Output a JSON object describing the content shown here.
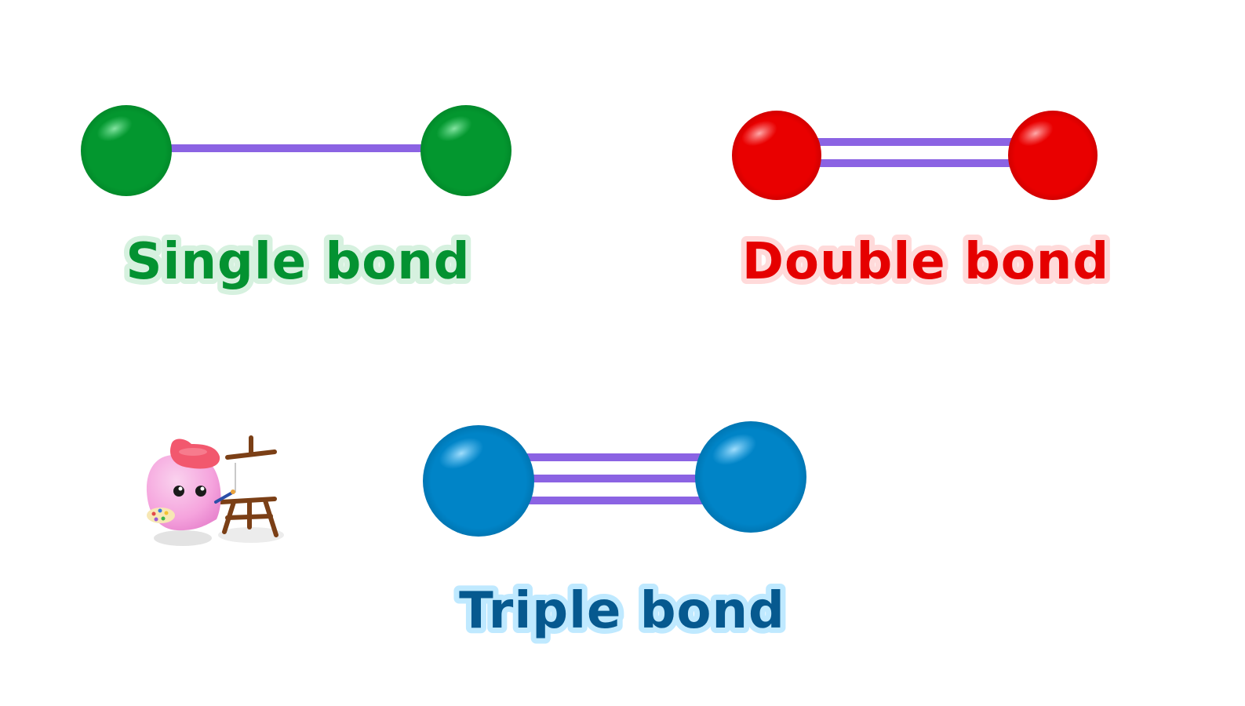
{
  "diagram": {
    "type": "chemical-bond-types",
    "bonds": [
      {
        "id": "single",
        "label": "Single bond",
        "bond_order": 1,
        "atom_color": "#03972F",
        "atom_highlight": "#5FD987",
        "label_color": "#039231",
        "label_outline": "#D6F1DF"
      },
      {
        "id": "double",
        "label": "Double bond",
        "bond_order": 2,
        "atom_color": "#E90000",
        "atom_highlight": "#FF8A8A",
        "label_color": "#E50000",
        "label_outline": "#FFDADA"
      },
      {
        "id": "triple",
        "label": "Triple bond",
        "bond_order": 3,
        "atom_color": "#0084C7",
        "atom_highlight": "#7AD0FF",
        "label_color": "#06598F",
        "label_outline": "#BFE9FF"
      }
    ],
    "bond_line_color": "#8B63E3",
    "mascot": {
      "icon": "painter-blob-icon",
      "easel_icon": "easel-icon",
      "body_color": "#F5A3DD",
      "beret_color": "#F2586E"
    }
  }
}
